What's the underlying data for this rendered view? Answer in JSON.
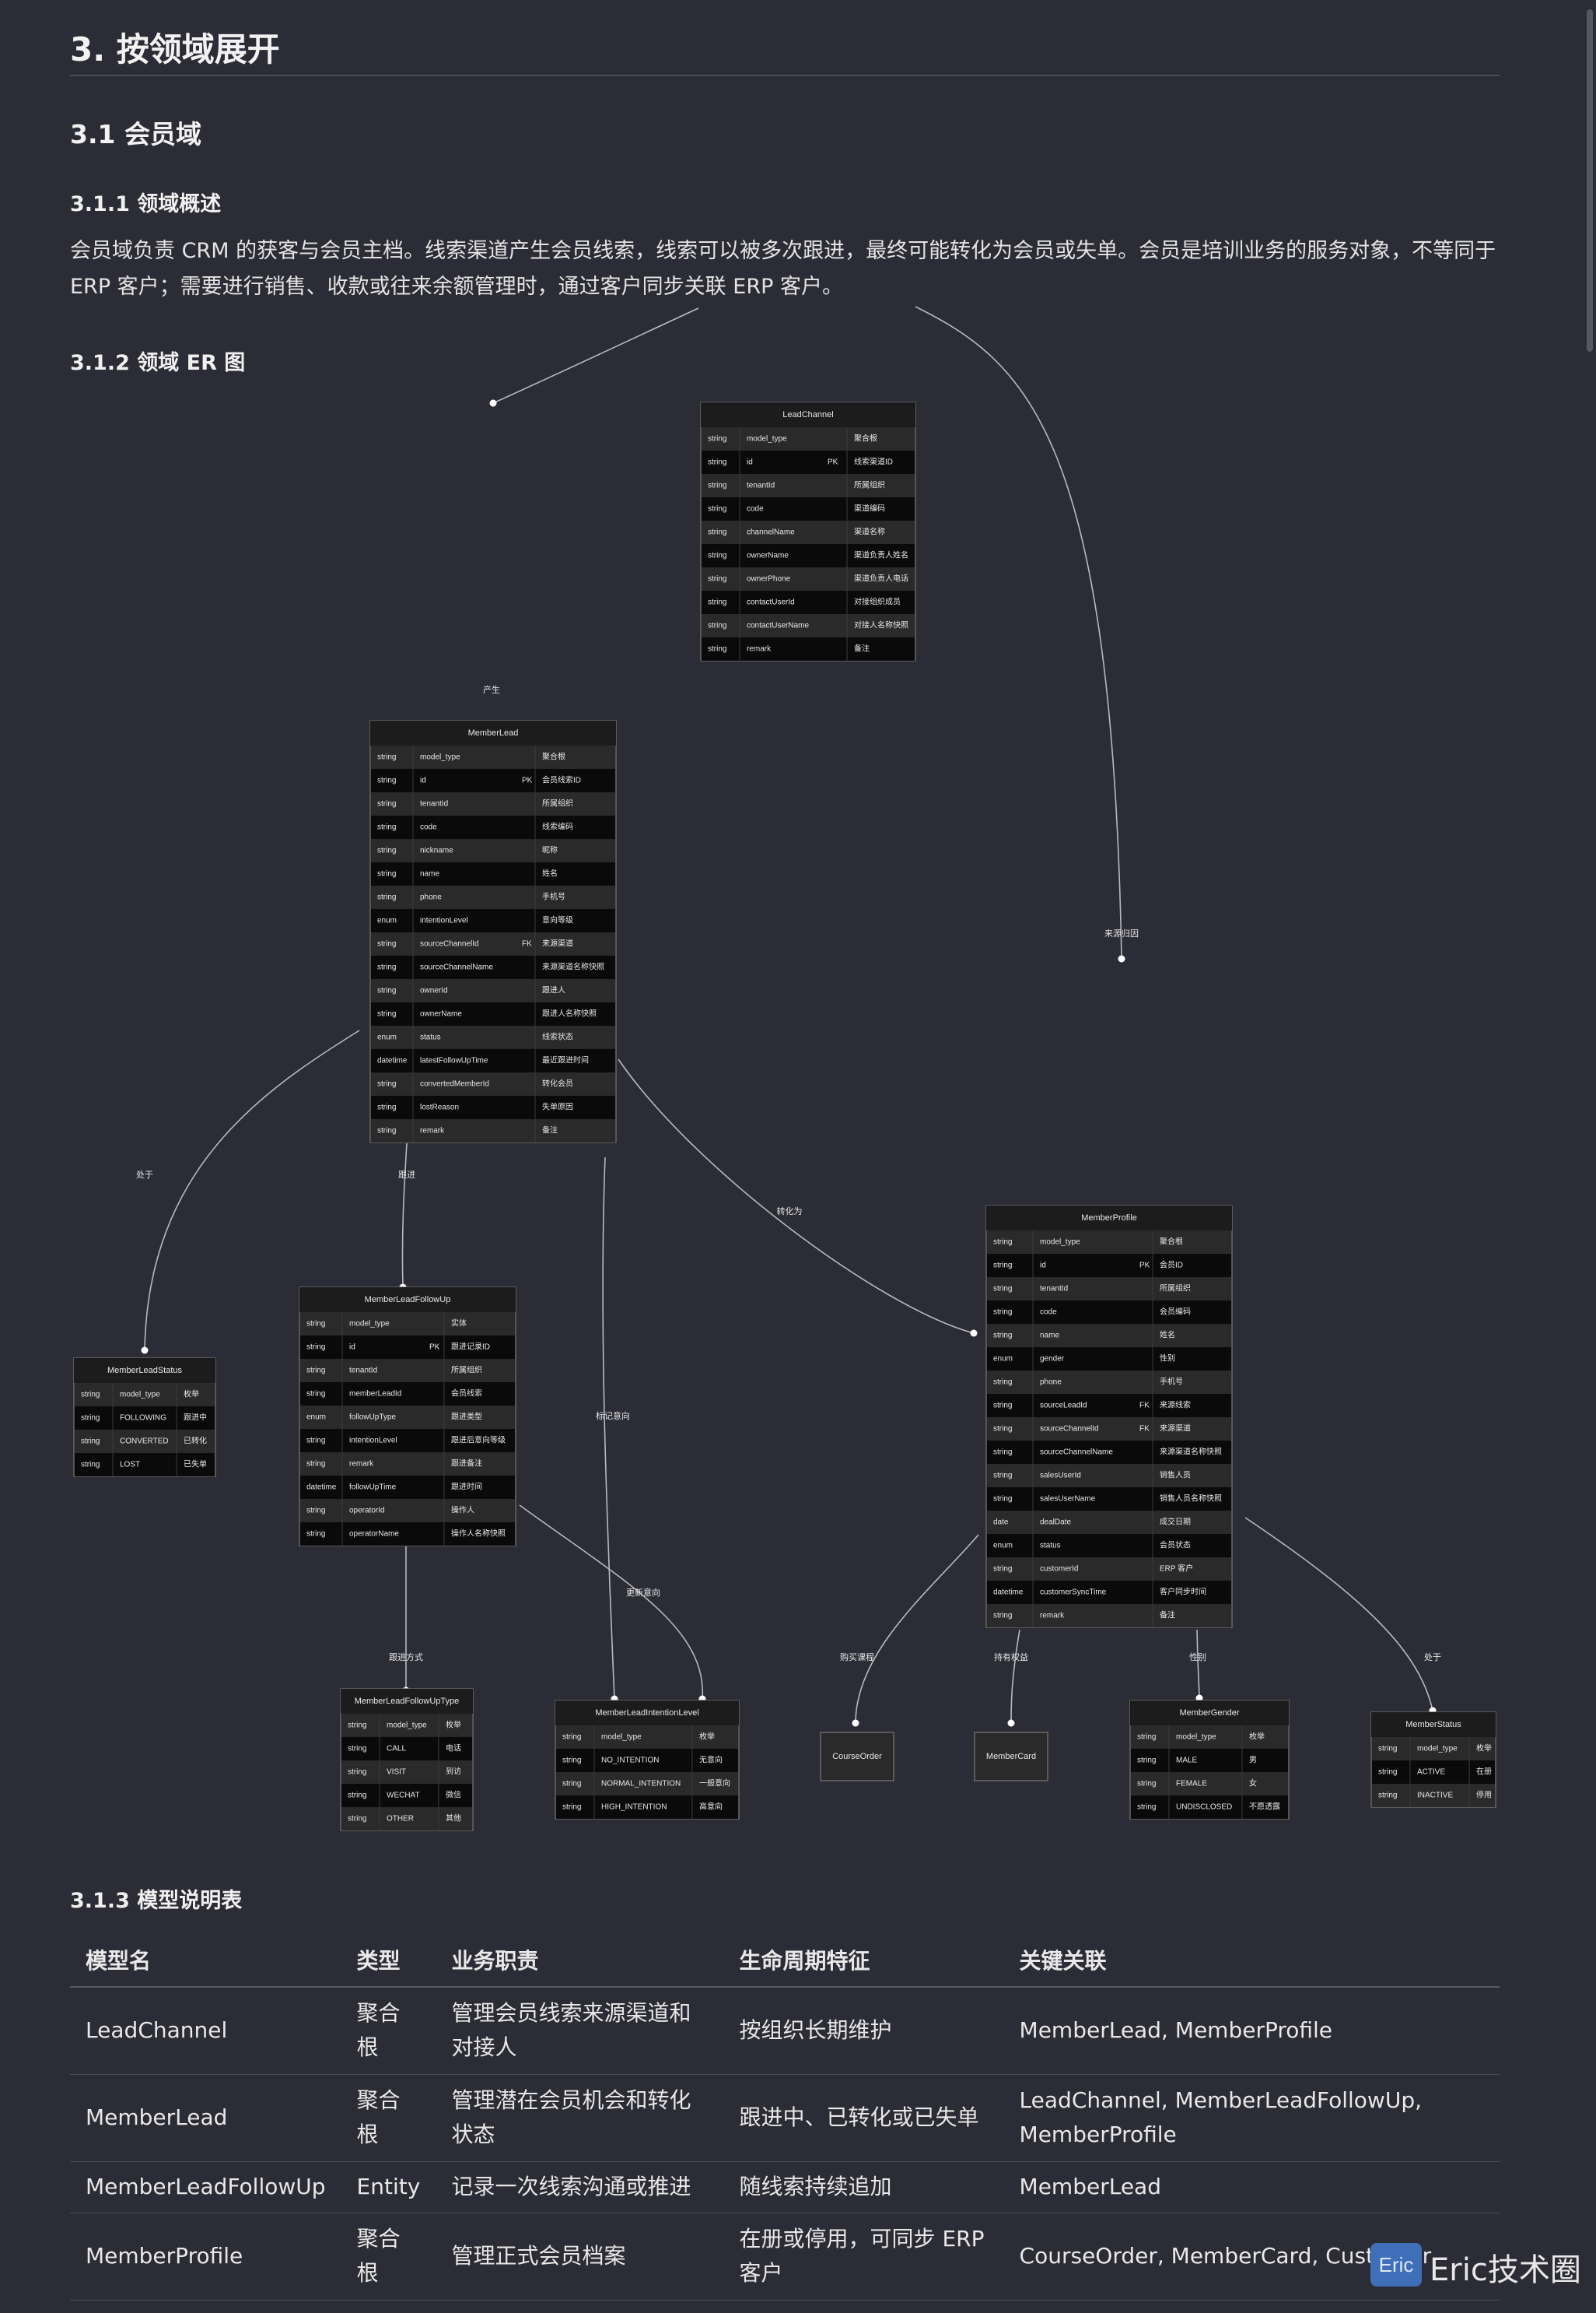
{
  "headings": {
    "h1": "3. 按领域展开",
    "h2": "3.1 会员域",
    "overview": "3.1.1 领域概述",
    "er": "3.1.2 领域 ER 图",
    "table": "3.1.3 模型说明表"
  },
  "overview_text": "会员域负责 CRM 的获客与会员主档。线索渠道产生会员线索，线索可以被多次跟进，最终可能转化为会员或失单。会员是培训业务的服务对象，不等同于 ERP 客户；需要进行销售、收款或往来余额管理时，通过客户同步关联 ERP 客户。",
  "er": {
    "entities": [
      {
        "name": "LeadChannel",
        "rows": [
          [
            "string",
            "model_type",
            "",
            "聚合根"
          ],
          [
            "string",
            "id",
            "PK",
            "线索渠道ID"
          ],
          [
            "string",
            "tenantId",
            "",
            "所属组织"
          ],
          [
            "string",
            "code",
            "",
            "渠道编码"
          ],
          [
            "string",
            "channelName",
            "",
            "渠道名称"
          ],
          [
            "string",
            "ownerName",
            "",
            "渠道负责人姓名"
          ],
          [
            "string",
            "ownerPhone",
            "",
            "渠道负责人电话"
          ],
          [
            "string",
            "contactUserId",
            "",
            "对接组织成员"
          ],
          [
            "string",
            "contactUserName",
            "",
            "对接人名称快照"
          ],
          [
            "string",
            "remark",
            "",
            "备注"
          ]
        ]
      },
      {
        "name": "MemberLead",
        "rows": [
          [
            "string",
            "model_type",
            "",
            "聚合根"
          ],
          [
            "string",
            "id",
            "PK",
            "会员线索ID"
          ],
          [
            "string",
            "tenantId",
            "",
            "所属组织"
          ],
          [
            "string",
            "code",
            "",
            "线索编码"
          ],
          [
            "string",
            "nickname",
            "",
            "昵称"
          ],
          [
            "string",
            "name",
            "",
            "姓名"
          ],
          [
            "string",
            "phone",
            "",
            "手机号"
          ],
          [
            "enum",
            "intentionLevel",
            "",
            "意向等级"
          ],
          [
            "string",
            "sourceChannelId",
            "FK",
            "来源渠道"
          ],
          [
            "string",
            "sourceChannelName",
            "",
            "来源渠道名称快照"
          ],
          [
            "string",
            "ownerId",
            "",
            "跟进人"
          ],
          [
            "string",
            "ownerName",
            "",
            "跟进人名称快照"
          ],
          [
            "enum",
            "status",
            "",
            "线索状态"
          ],
          [
            "datetime",
            "latestFollowUpTime",
            "",
            "最近跟进时间"
          ],
          [
            "string",
            "convertedMemberId",
            "",
            "转化会员"
          ],
          [
            "string",
            "lostReason",
            "",
            "失单原因"
          ],
          [
            "string",
            "remark",
            "",
            "备注"
          ]
        ]
      },
      {
        "name": "MemberLeadFollowUp",
        "rows": [
          [
            "string",
            "model_type",
            "",
            "实体"
          ],
          [
            "string",
            "id",
            "PK",
            "跟进记录ID"
          ],
          [
            "string",
            "tenantId",
            "",
            "所属组织"
          ],
          [
            "string",
            "memberLeadId",
            "",
            "会员线索"
          ],
          [
            "enum",
            "followUpType",
            "",
            "跟进类型"
          ],
          [
            "string",
            "intentionLevel",
            "",
            "跟进后意向等级"
          ],
          [
            "string",
            "remark",
            "",
            "跟进备注"
          ],
          [
            "datetime",
            "followUpTime",
            "",
            "跟进时间"
          ],
          [
            "string",
            "operatorId",
            "",
            "操作人"
          ],
          [
            "string",
            "operatorName",
            "",
            "操作人名称快照"
          ]
        ]
      },
      {
        "name": "MemberProfile",
        "rows": [
          [
            "string",
            "model_type",
            "",
            "聚合根"
          ],
          [
            "string",
            "id",
            "PK",
            "会员ID"
          ],
          [
            "string",
            "tenantId",
            "",
            "所属组织"
          ],
          [
            "string",
            "code",
            "",
            "会员编码"
          ],
          [
            "string",
            "name",
            "",
            "姓名"
          ],
          [
            "enum",
            "gender",
            "",
            "性别"
          ],
          [
            "string",
            "phone",
            "",
            "手机号"
          ],
          [
            "string",
            "sourceLeadId",
            "FK",
            "来源线索"
          ],
          [
            "string",
            "sourceChannelId",
            "FK",
            "来源渠道"
          ],
          [
            "string",
            "sourceChannelName",
            "",
            "来源渠道名称快照"
          ],
          [
            "string",
            "salesUserId",
            "",
            "销售人员"
          ],
          [
            "string",
            "salesUserName",
            "",
            "销售人员名称快照"
          ],
          [
            "date",
            "dealDate",
            "",
            "成交日期"
          ],
          [
            "enum",
            "status",
            "",
            "会员状态"
          ],
          [
            "string",
            "customerId",
            "",
            "ERP 客户"
          ],
          [
            "datetime",
            "customerSyncTime",
            "",
            "客户同步时间"
          ],
          [
            "string",
            "remark",
            "",
            "备注"
          ]
        ]
      },
      {
        "name": "MemberLeadStatus",
        "rows": [
          [
            "string",
            "model_type",
            "枚举"
          ],
          [
            "string",
            "FOLLOWING",
            "跟进中"
          ],
          [
            "string",
            "CONVERTED",
            "已转化"
          ],
          [
            "string",
            "LOST",
            "已失单"
          ]
        ]
      },
      {
        "name": "MemberLeadFollowUpType",
        "rows": [
          [
            "string",
            "model_type",
            "枚举"
          ],
          [
            "string",
            "CALL",
            "电话"
          ],
          [
            "string",
            "VISIT",
            "到访"
          ],
          [
            "string",
            "WECHAT",
            "微信"
          ],
          [
            "string",
            "OTHER",
            "其他"
          ]
        ]
      },
      {
        "name": "MemberLeadIntentionLevel",
        "rows": [
          [
            "string",
            "model_type",
            "枚举"
          ],
          [
            "string",
            "NO_INTENTION",
            "无意向"
          ],
          [
            "string",
            "NORMAL_INTENTION",
            "一般意向"
          ],
          [
            "string",
            "HIGH_INTENTION",
            "高意向"
          ]
        ]
      },
      {
        "name": "CourseOrder",
        "rows": []
      },
      {
        "name": "MemberCard",
        "rows": []
      },
      {
        "name": "MemberGender",
        "rows": [
          [
            "string",
            "model_type",
            "枚举"
          ],
          [
            "string",
            "MALE",
            "男"
          ],
          [
            "string",
            "FEMALE",
            "女"
          ],
          [
            "string",
            "UNDISCLOSED",
            "不愿透露"
          ]
        ]
      },
      {
        "name": "MemberStatus",
        "rows": [
          [
            "string",
            "model_type",
            "枚举"
          ],
          [
            "string",
            "ACTIVE",
            "在册"
          ],
          [
            "string",
            "INACTIVE",
            "停用"
          ]
        ]
      }
    ],
    "relations": [
      "产生",
      "来源归因",
      "处于",
      "跟进",
      "转化为",
      "标记意向",
      "更新意向",
      "跟进方式",
      "购买课程",
      "持有权益",
      "性别",
      "处于"
    ]
  },
  "table": {
    "headers": [
      "模型名",
      "类型",
      "业务职责",
      "生命周期特征",
      "关键关联"
    ],
    "rows": [
      [
        "LeadChannel",
        "聚合根",
        "管理会员线索来源渠道和对接人",
        "按组织长期维护",
        "MemberLead, MemberProfile"
      ],
      [
        "MemberLead",
        "聚合根",
        "管理潜在会员机会和转化状态",
        "跟进中、已转化或已失单",
        "LeadChannel, MemberLeadFollowUp, MemberProfile"
      ],
      [
        "MemberLeadFollowUp",
        "Entity",
        "记录一次线索沟通或推进",
        "随线索持续追加",
        "MemberLead"
      ],
      [
        "MemberProfile",
        "聚合根",
        "管理正式会员档案",
        "在册或停用，可同步 ERP 客户",
        "CourseOrder, MemberCard, Customer"
      ]
    ]
  },
  "watermark": {
    "badge": "Eric",
    "text": "Eric技术圈"
  },
  "colors": {
    "bg": "#2b2c35",
    "entity_bg": "#0a0a0a",
    "entity_row_alt": "#2a2a2a",
    "line": "#b8b8c0"
  }
}
